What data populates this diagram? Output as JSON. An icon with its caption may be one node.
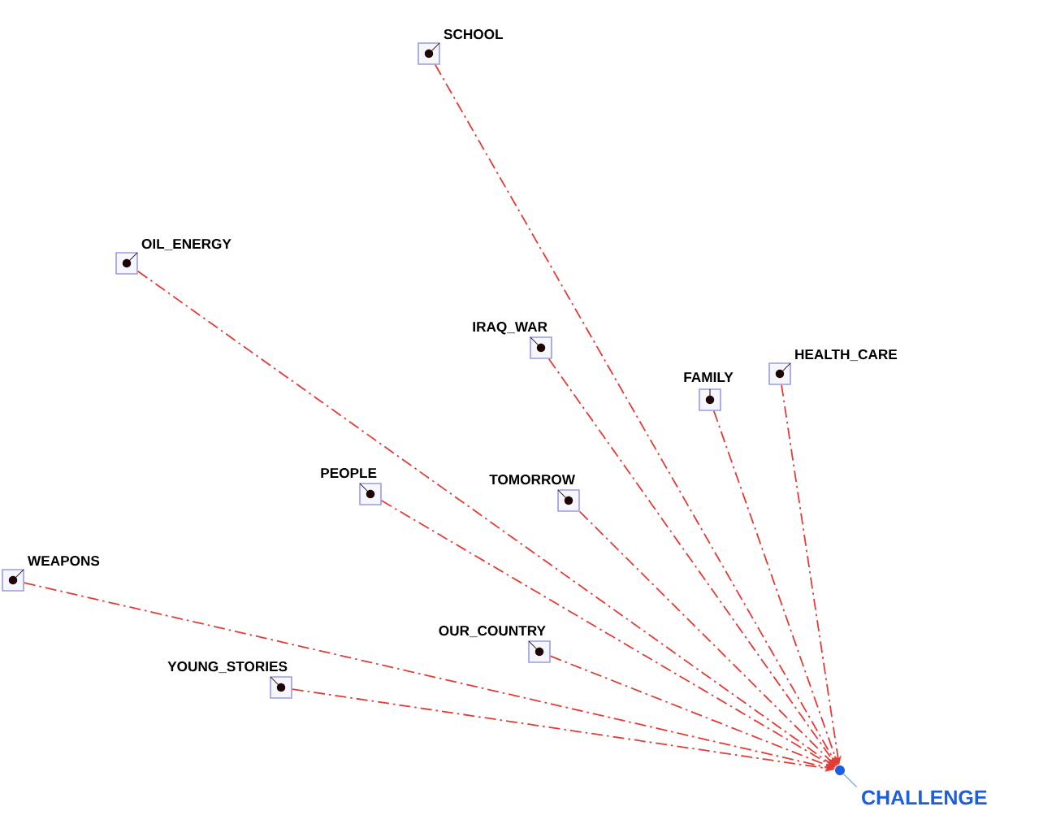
{
  "diagram": {
    "nodes": [
      {
        "text": [
          "SCHOOL"
        ]
      },
      {
        "text": [
          "OIL_ENERGY"
        ]
      },
      {
        "text": [
          "IRAQ_WAR"
        ]
      },
      {
        "text": [
          "HEALTH_CARE"
        ]
      },
      {
        "text": [
          "FAMILY"
        ]
      },
      {
        "text": [
          "PEOPLE"
        ]
      },
      {
        "text": [
          "TOMORROW"
        ]
      },
      {
        "text": [
          "WEAPONS"
        ]
      },
      {
        "text": [
          "OUR_COUNTRY"
        ]
      },
      {
        "text": [
          "YOUNG_STORIES"
        ]
      },
      {
        "text": [
          "CHALLENGE"
        ]
      }
    ],
    "edges": [
      {
        "from": 0,
        "to": 10,
        "arrow": "to"
      },
      {
        "from": 1,
        "to": 10,
        "arrow": "to"
      },
      {
        "from": 2,
        "to": 10,
        "arrow": "to"
      },
      {
        "from": 3,
        "to": 10,
        "arrow": "to"
      },
      {
        "from": 4,
        "to": 10,
        "arrow": "to"
      },
      {
        "from": 5,
        "to": 10,
        "arrow": "to"
      },
      {
        "from": 6,
        "to": 10,
        "arrow": "to"
      },
      {
        "from": 7,
        "to": 10,
        "arrow": "to"
      },
      {
        "from": 8,
        "to": 10,
        "arrow": "to"
      },
      {
        "from": 9,
        "to": 10,
        "arrow": "to"
      }
    ]
  }
}
